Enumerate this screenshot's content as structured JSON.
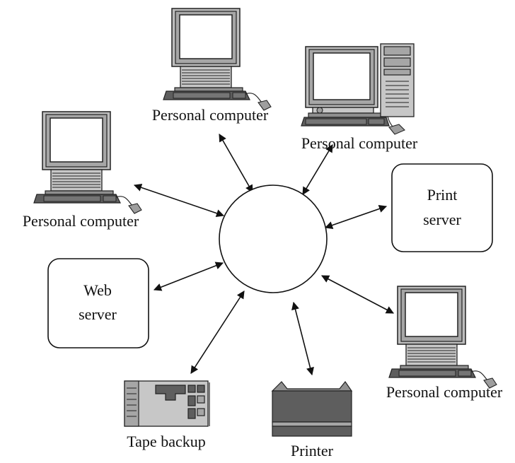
{
  "nodes": {
    "pc_top": {
      "label": "Personal computer"
    },
    "pc_tower": {
      "label": "Personal computer"
    },
    "pc_left": {
      "label": "Personal computer"
    },
    "print_server": {
      "label_line1": "Print",
      "label_line2": "server"
    },
    "web_server": {
      "label_line1": "Web",
      "label_line2": "server"
    },
    "pc_bottom_right": {
      "label": "Personal computer"
    },
    "tape_backup": {
      "label": "Tape backup"
    },
    "printer": {
      "label": "Printer"
    }
  }
}
